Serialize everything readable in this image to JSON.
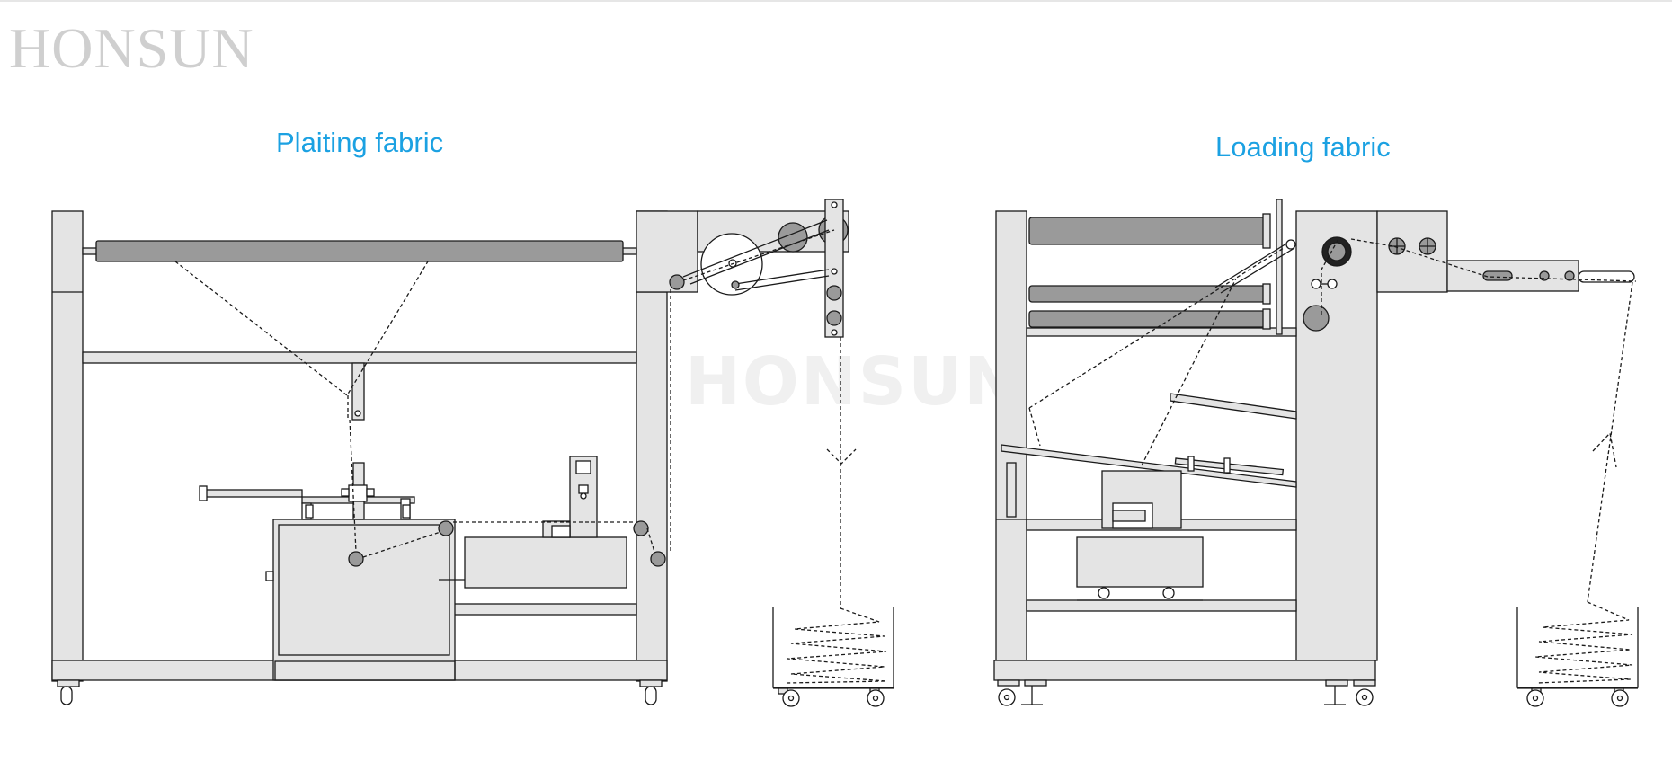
{
  "brand": {
    "logo_text": "HONSUN"
  },
  "watermark": {
    "text": "HONSUN"
  },
  "panels": [
    {
      "title": "Plaiting fabric"
    },
    {
      "title": "Loading fabric"
    }
  ],
  "colors": {
    "title": "#1ba1e2",
    "frame_fill": "#e4e4e4",
    "roller_fill": "#9a9a9a",
    "logo": "#cfcfcf"
  }
}
